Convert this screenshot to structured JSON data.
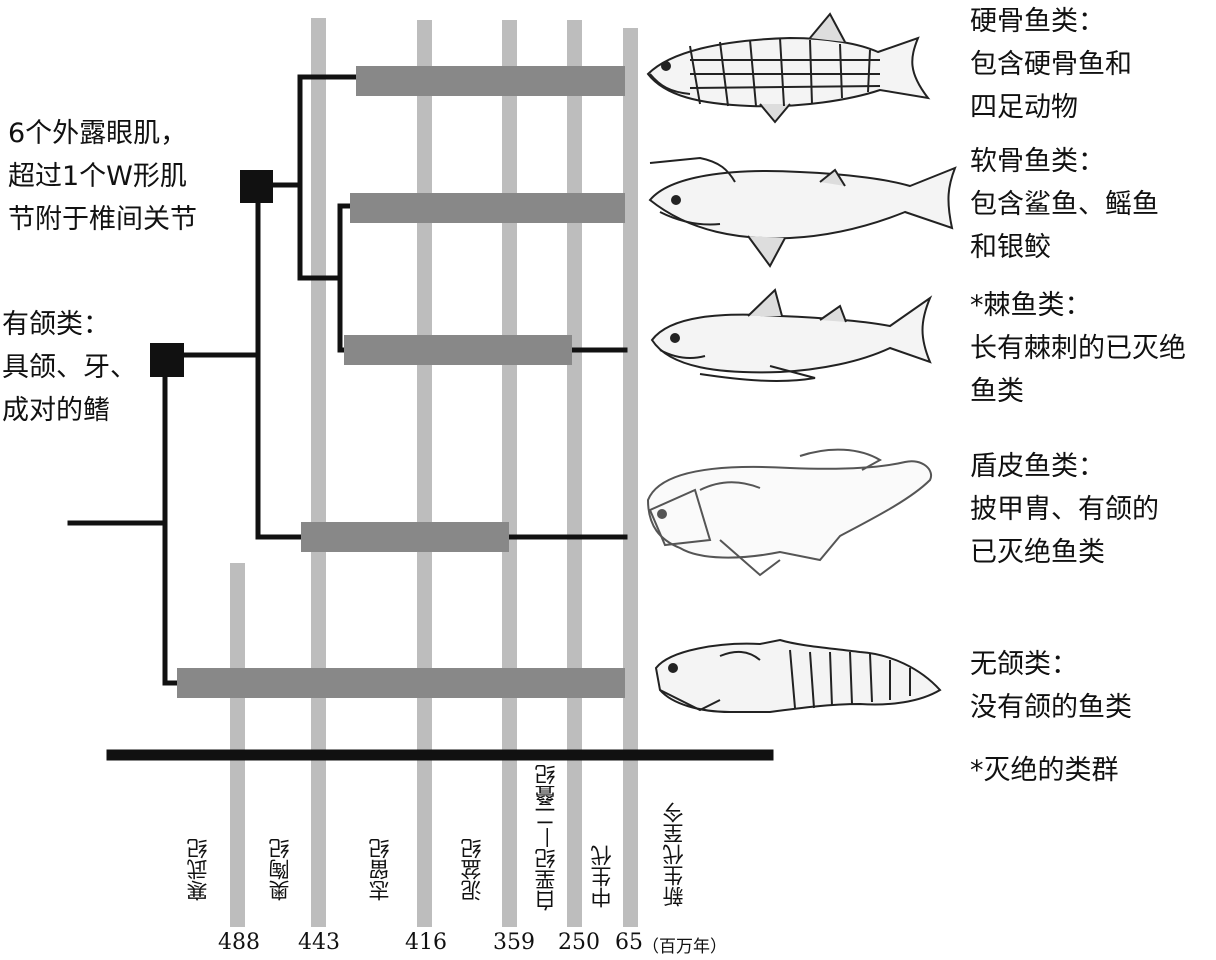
{
  "char_labels": {
    "crown": [
      "6个外露眼肌，",
      "超过1个W形肌",
      "节附于椎间关节"
    ],
    "jawed": [
      "有颌类：",
      "具颌、牙、",
      "成对的鳍"
    ]
  },
  "taxa": [
    {
      "id": "osteichthyes",
      "lines": [
        "硬骨鱼类：",
        "包含硬骨鱼和",
        "四足动物"
      ]
    },
    {
      "id": "chondrichthyes",
      "lines": [
        "软骨鱼类：",
        "包含鲨鱼、鳐鱼",
        "和银鲛"
      ]
    },
    {
      "id": "acanthodii",
      "lines": [
        "*棘鱼类：",
        "长有棘刺的已灭绝",
        "鱼类"
      ]
    },
    {
      "id": "placodermi",
      "lines": [
        "盾皮鱼类：",
        "披甲胄、有颌的",
        "已灭绝鱼类"
      ]
    },
    {
      "id": "agnatha",
      "lines": [
        "无颌类：",
        "没有颌的鱼类"
      ]
    }
  ],
  "footnote": "*灭绝的类群",
  "periods": [
    "寒武纪",
    "奥陶纪",
    "志留纪",
    "泥盆纪",
    "白垩纪—二叠纪",
    "中生代",
    "新生代至今"
  ],
  "ticks": [
    "488",
    "443",
    "416",
    "359",
    "250",
    "65"
  ],
  "tick_unit": "（百万年）",
  "colors": {
    "line": "#111111",
    "range_bar": "#888888",
    "time_band": "#bdbdbd",
    "node": "#111111"
  },
  "icons": {
    "bony_fish": "bony-fish-drawing",
    "shark": "shark-drawing",
    "spiny_shark": "acanthodian-drawing",
    "armored_fish": "placoderm-drawing",
    "jawless_fish": "ostracoderm-drawing"
  }
}
